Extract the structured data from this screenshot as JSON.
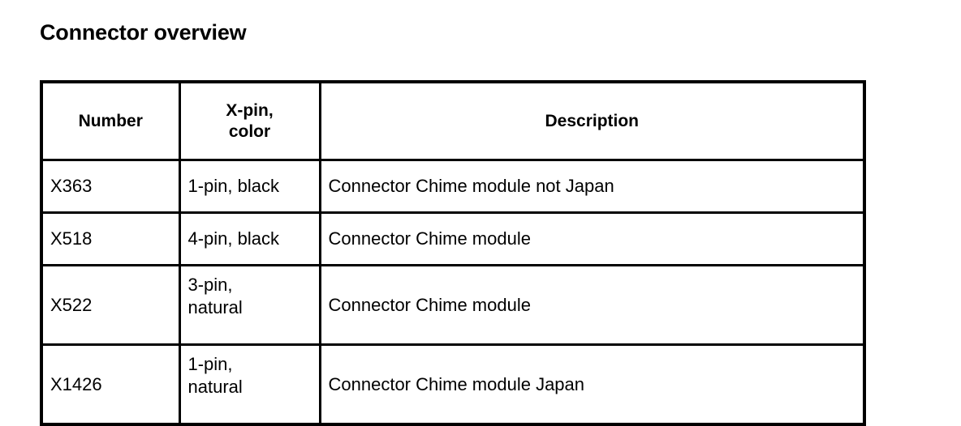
{
  "page": {
    "title": "Connector overview",
    "background_color": "#ffffff",
    "text_color": "#000000",
    "border_color": "#000000"
  },
  "table": {
    "name": "connector-overview-table",
    "headers": {
      "number": "Number",
      "xpin_line1": "X-pin,",
      "xpin_line2": "color",
      "description": "Description"
    },
    "rows": [
      {
        "number": "X363",
        "xpin_line1": "1-pin, black",
        "xpin_line2": "",
        "description": "Connector Chime module not Japan",
        "tall": false
      },
      {
        "number": "X518",
        "xpin_line1": "4-pin, black",
        "xpin_line2": "",
        "description": "Connector Chime module",
        "tall": false
      },
      {
        "number": "X522",
        "xpin_line1": "3-pin,",
        "xpin_line2": "natural",
        "description": "Connector Chime module",
        "tall": true
      },
      {
        "number": "X1426",
        "xpin_line1": "1-pin,",
        "xpin_line2": "natural",
        "description": "Connector Chime module Japan",
        "tall": true
      }
    ]
  }
}
